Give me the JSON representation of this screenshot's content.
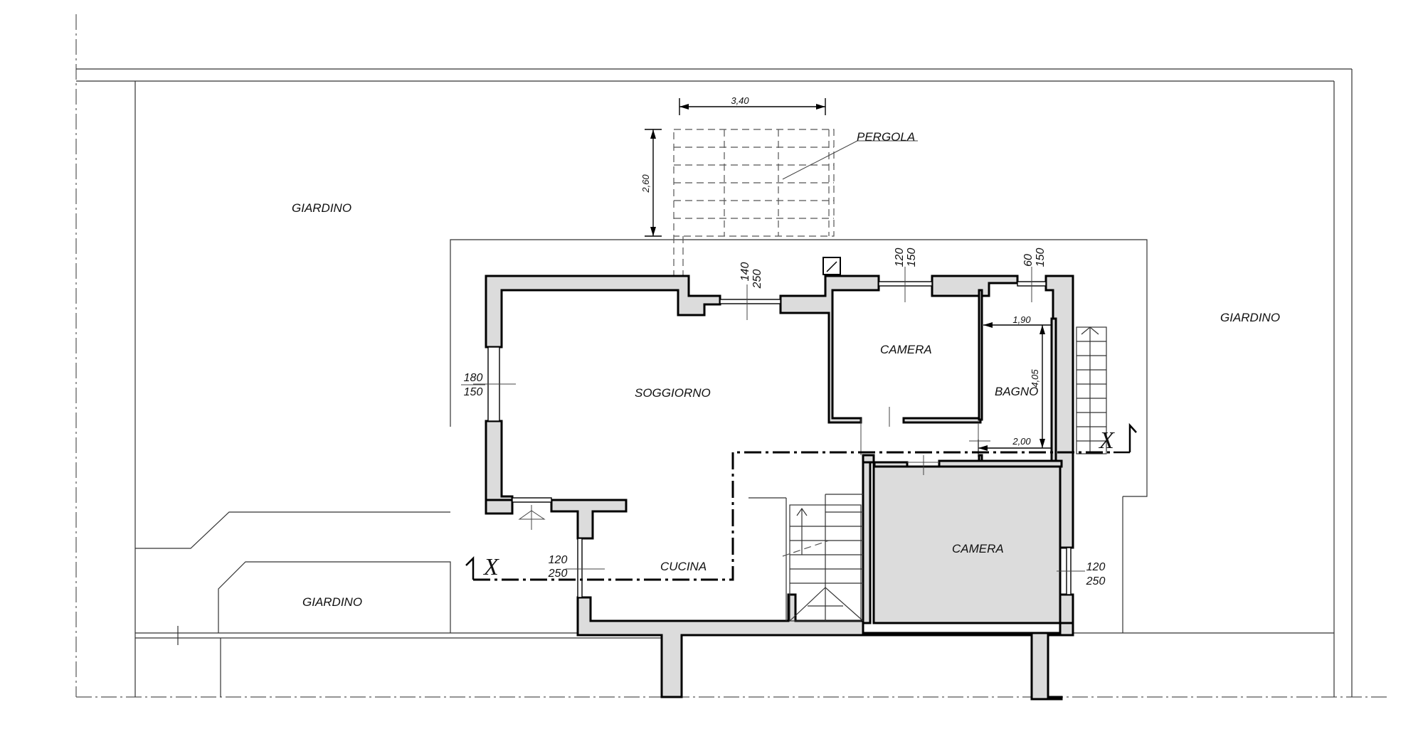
{
  "drawing": {
    "rooms": {
      "giardino_top": "GIARDINO",
      "giardino_right": "GIARDINO",
      "giardino_bottom": "GIARDINO",
      "soggiorno": "SOGGIORNO",
      "camera_top": "CAMERA",
      "camera_bottom": "CAMERA",
      "bagno": "BAGNO",
      "cucina": "CUCINA",
      "pergola": "PERGOLA"
    },
    "dimensions": {
      "pergola_width": "3,40",
      "pergola_depth": "2,60",
      "bagno_width_top": "1,90",
      "bagno_height": "4,05",
      "bagno_width_bottom": "2,00"
    },
    "openings": {
      "top_door": {
        "w": "140",
        "h": "250"
      },
      "camera_top_window": {
        "w": "120",
        "h": "150"
      },
      "bagno_window": {
        "w": "60",
        "h": "150"
      },
      "soggiorno_left_window": {
        "w": "180",
        "h": "150"
      },
      "cucina_window": {
        "w": "120",
        "h": "250"
      },
      "camera_bottom_window": {
        "w": "120",
        "h": "250"
      }
    },
    "section_mark": "X"
  }
}
